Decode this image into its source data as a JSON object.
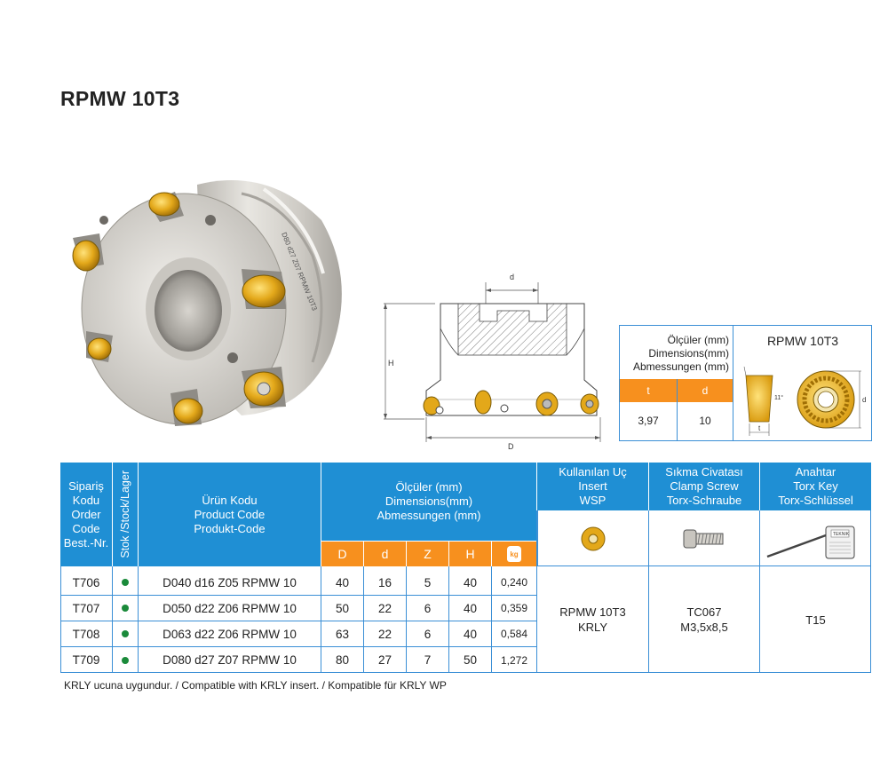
{
  "page": {
    "title": "RPMW 10T3",
    "footnote": "KRLY ucuna uygundur. / Compatible with KRLY insert. / Kompatible für KRLY WP"
  },
  "drawing": {
    "label_d": "d",
    "label_H": "H",
    "label_D": "D"
  },
  "insert_box": {
    "heading": [
      "Ölçüler (mm)",
      "Dimensions(mm)",
      "Abmessungen (mm)"
    ],
    "title": "RPMW 10T3",
    "col_t": "t",
    "col_d": "d",
    "val_t": "3,97",
    "val_d": "10",
    "angle": "11°",
    "sketch_t": "t",
    "sketch_d": "d"
  },
  "cutter_engraving": "D80 d27 Z07 RPMW 10T3",
  "table": {
    "headers": {
      "order_code": [
        "Sipariş",
        "Kodu",
        "Order",
        "Code",
        "Best.-Nr."
      ],
      "stock": "Stok /Stock/Lager",
      "product_code": [
        "Ürün Kodu",
        "Product Code",
        "Produkt-Code"
      ],
      "dimensions": [
        "Ölçüler (mm)",
        "Dimensions(mm)",
        "Abmessungen (mm)"
      ],
      "dim_cols": [
        "D",
        "d",
        "Z",
        "H"
      ],
      "weight_icon": "kg",
      "insert": [
        "Kullanılan Uç",
        "Insert",
        "WSP"
      ],
      "clamp_screw": [
        "Sıkma Civatası",
        "Clamp Screw",
        "Torx-Schraube"
      ],
      "key": [
        "Anahtar",
        "Torx Key",
        "Torx-Schlüssel"
      ]
    },
    "rows": [
      {
        "code": "T706",
        "stock": true,
        "product": "D040 d16 Z05 RPMW 10",
        "D": "40",
        "d": "16",
        "Z": "5",
        "H": "40",
        "weight": "0,240"
      },
      {
        "code": "T707",
        "stock": true,
        "product": "D050 d22 Z06 RPMW 10",
        "D": "50",
        "d": "22",
        "Z": "6",
        "H": "40",
        "weight": "0,359"
      },
      {
        "code": "T708",
        "stock": true,
        "product": "D063 d22 Z06 RPMW 10",
        "D": "63",
        "d": "22",
        "Z": "6",
        "H": "40",
        "weight": "0,584"
      },
      {
        "code": "T709",
        "stock": true,
        "product": "D080 d27 Z07 RPMW 10",
        "D": "80",
        "d": "27",
        "Z": "7",
        "H": "50",
        "weight": "1,272"
      }
    ],
    "accessories": {
      "insert": [
        "RPMW 10T3",
        "KRLY"
      ],
      "screw": [
        "TC067",
        "M3,5x8,5"
      ],
      "key": "T15",
      "key_brand": "TEKNIK"
    }
  },
  "colors": {
    "blue": "#1f8fd4",
    "orange": "#f7901e",
    "stock_dot": "#1a8a3a",
    "insert_gold": "#e3a81a"
  }
}
